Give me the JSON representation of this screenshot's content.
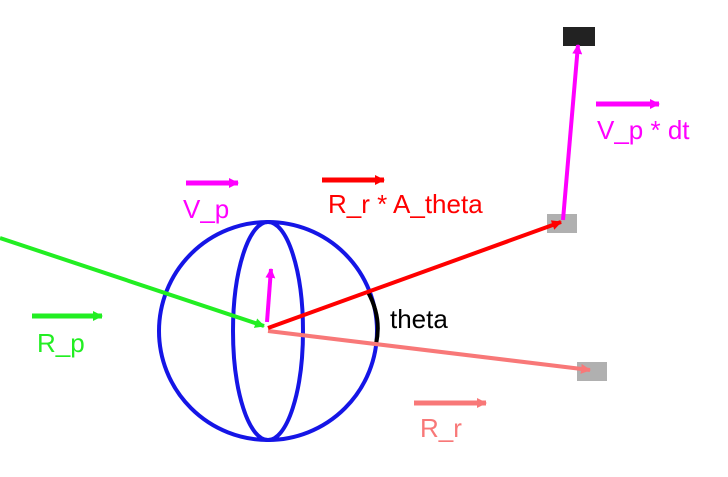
{
  "colors": {
    "green": "#22ee22",
    "magenta": "#ff00ff",
    "red": "#ff0000",
    "salmon": "#f87878",
    "blue": "#1515e6",
    "black": "#000000",
    "gray": "#b0b0b0",
    "dark": "#222222"
  },
  "labels": {
    "r_p": "R_p",
    "v_p": "V_p",
    "r_r_a_theta": "R_r * A_theta",
    "v_p_dt": "V_p * dt",
    "theta": "theta",
    "r_r": "R_r"
  },
  "icons": {
    "sphere": "wireframe-sphere-icon",
    "marker_current": "gray-square-icon",
    "marker_rotated": "gray-square-icon",
    "marker_next": "black-square-icon"
  }
}
